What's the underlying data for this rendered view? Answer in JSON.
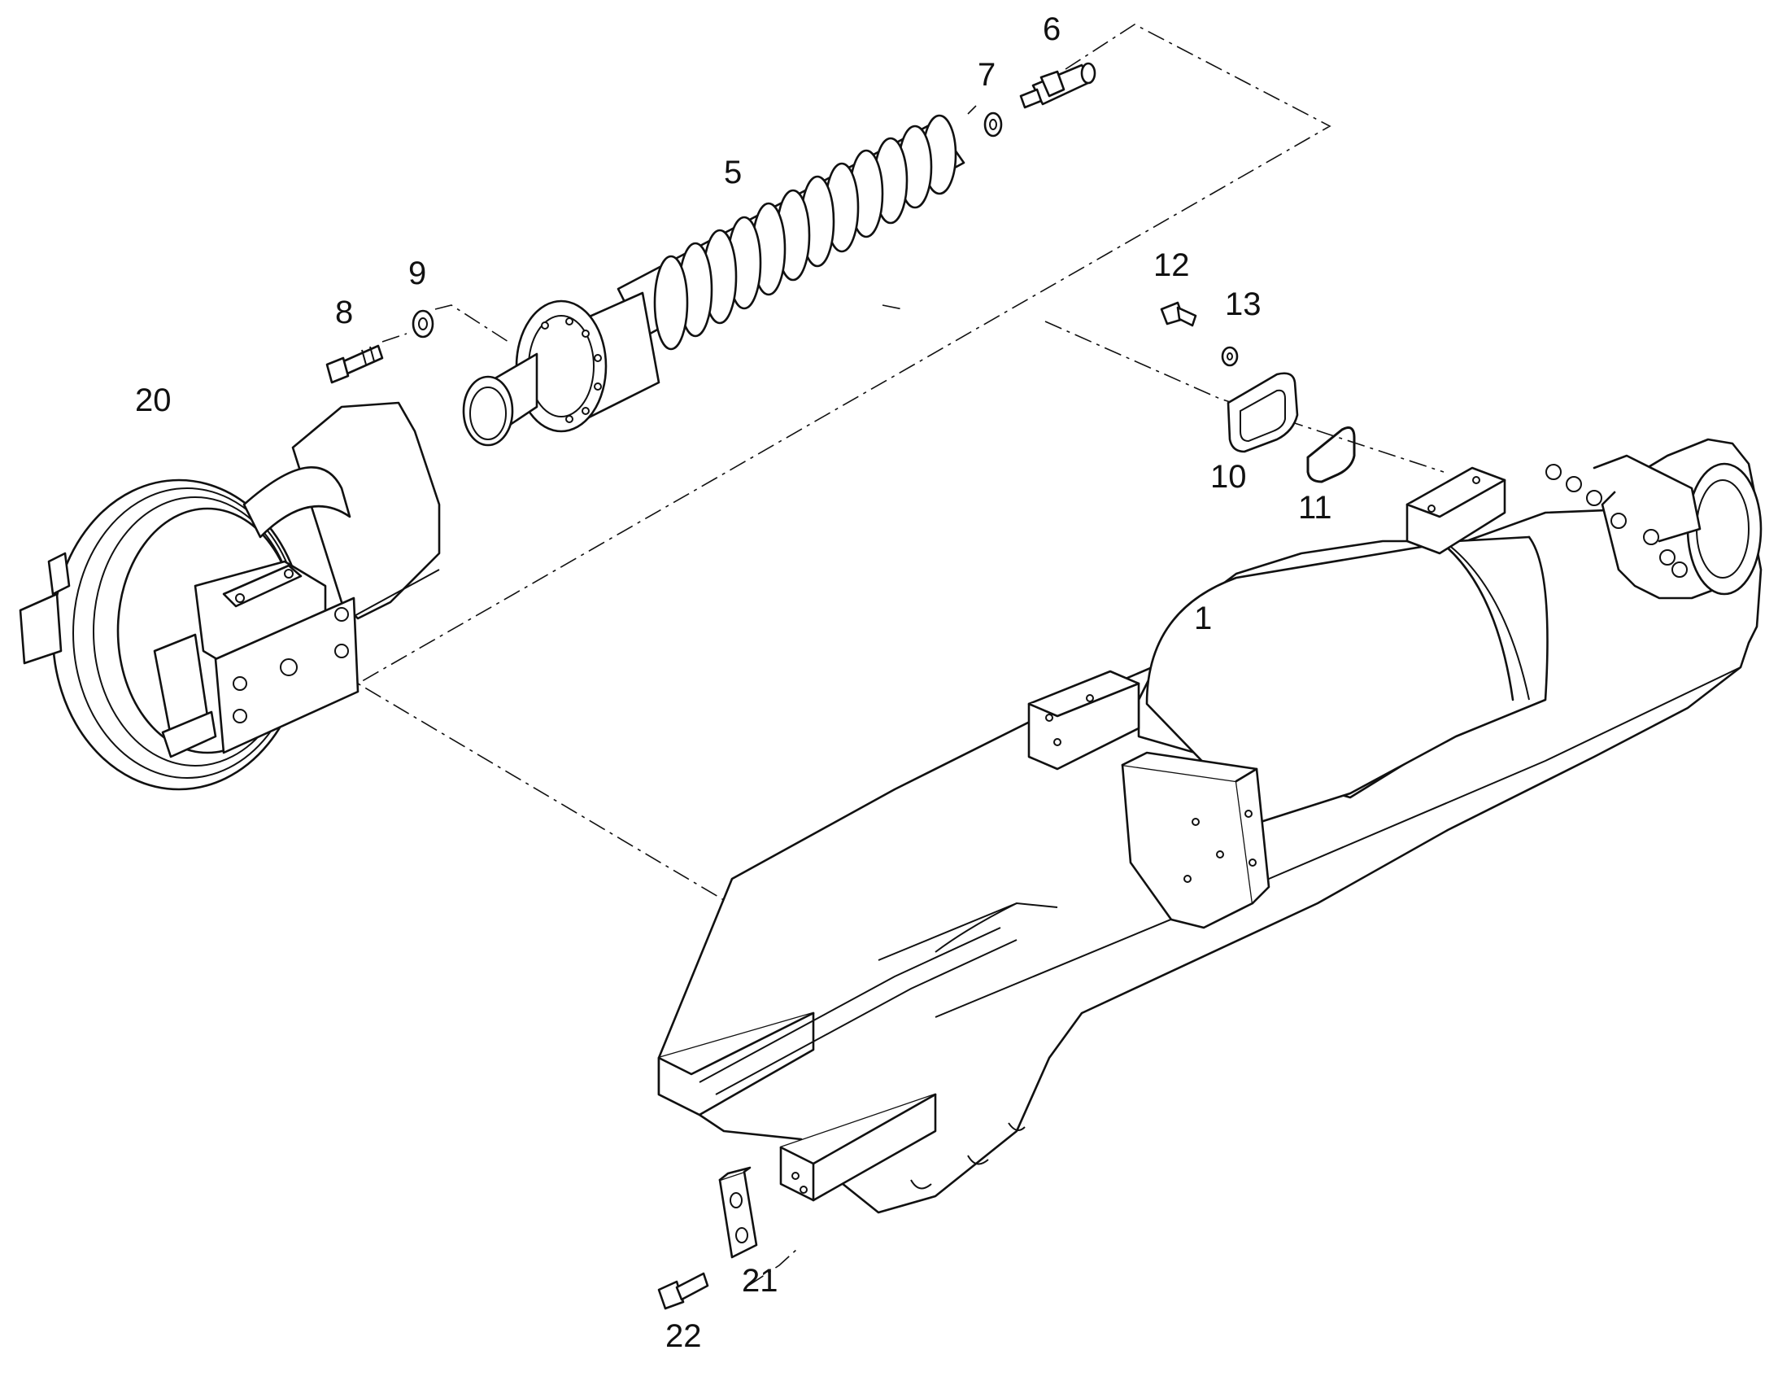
{
  "callouts": {
    "c1": "1",
    "c5": "5",
    "c6": "6",
    "c7": "7",
    "c8": "8",
    "c9": "9",
    "c10": "10",
    "c11": "11",
    "c12": "12",
    "c13": "13",
    "c20": "20",
    "c21": "21",
    "c22": "22"
  },
  "colors": {
    "line": "#111111",
    "background": "#ffffff"
  }
}
